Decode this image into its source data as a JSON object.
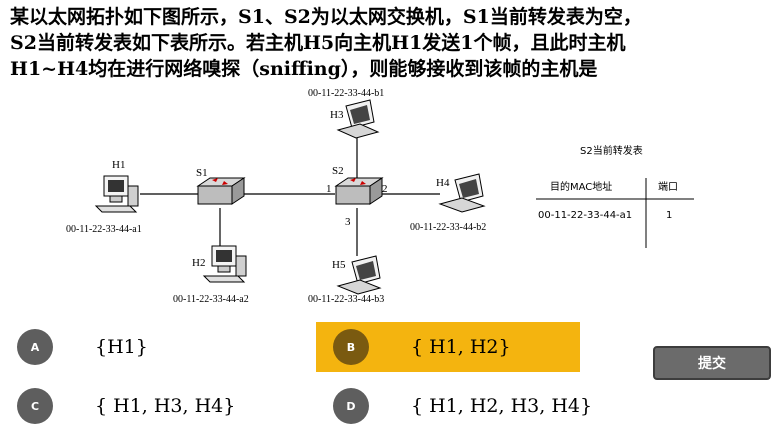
{
  "question": {
    "line1": "某以太网拓扑如下图所示，S1、S2为以太网交换机，S1当前转发表为空，",
    "line2": "S2当前转发表如下表所示。若主机H5向主机H1发送1个帧，且此时主机",
    "line3": "H1~H4均在进行网络嗅探（sniffing），则能够接收到该帧的主机是"
  },
  "diagram": {
    "h1": {
      "name": "H1",
      "mac": "00-11-22-33-44-a1"
    },
    "h2": {
      "name": "H2",
      "mac": "00-11-22-33-44-a2"
    },
    "h3": {
      "name": "H3",
      "mac": "00-11-22-33-44-b1"
    },
    "h4": {
      "name": "H4",
      "mac": "00-11-22-33-44-b2"
    },
    "h5": {
      "name": "H5",
      "mac": "00-11-22-33-44-b3"
    },
    "s1": "S1",
    "s2": "S2",
    "port1": "1",
    "port2": "2",
    "port3": "3",
    "table": {
      "title": "S2当前转发表",
      "col_mac": "目的MAC地址",
      "col_port": "端口",
      "row_mac": "00-11-22-33-44-a1",
      "row_port": "1"
    }
  },
  "options": [
    {
      "letter": "A",
      "text": "{H1}"
    },
    {
      "letter": "B",
      "text": "{ H1, H2}"
    },
    {
      "letter": "C",
      "text": "{ H1, H3, H4}"
    },
    {
      "letter": "D",
      "text": "{ H1, H2, H3, H4}"
    }
  ],
  "selected_option": "B",
  "submit_label": "提交",
  "colors": {
    "selected": "#f4b40f",
    "circle": "#5e5e5e",
    "submit": "#6b6b6b"
  }
}
